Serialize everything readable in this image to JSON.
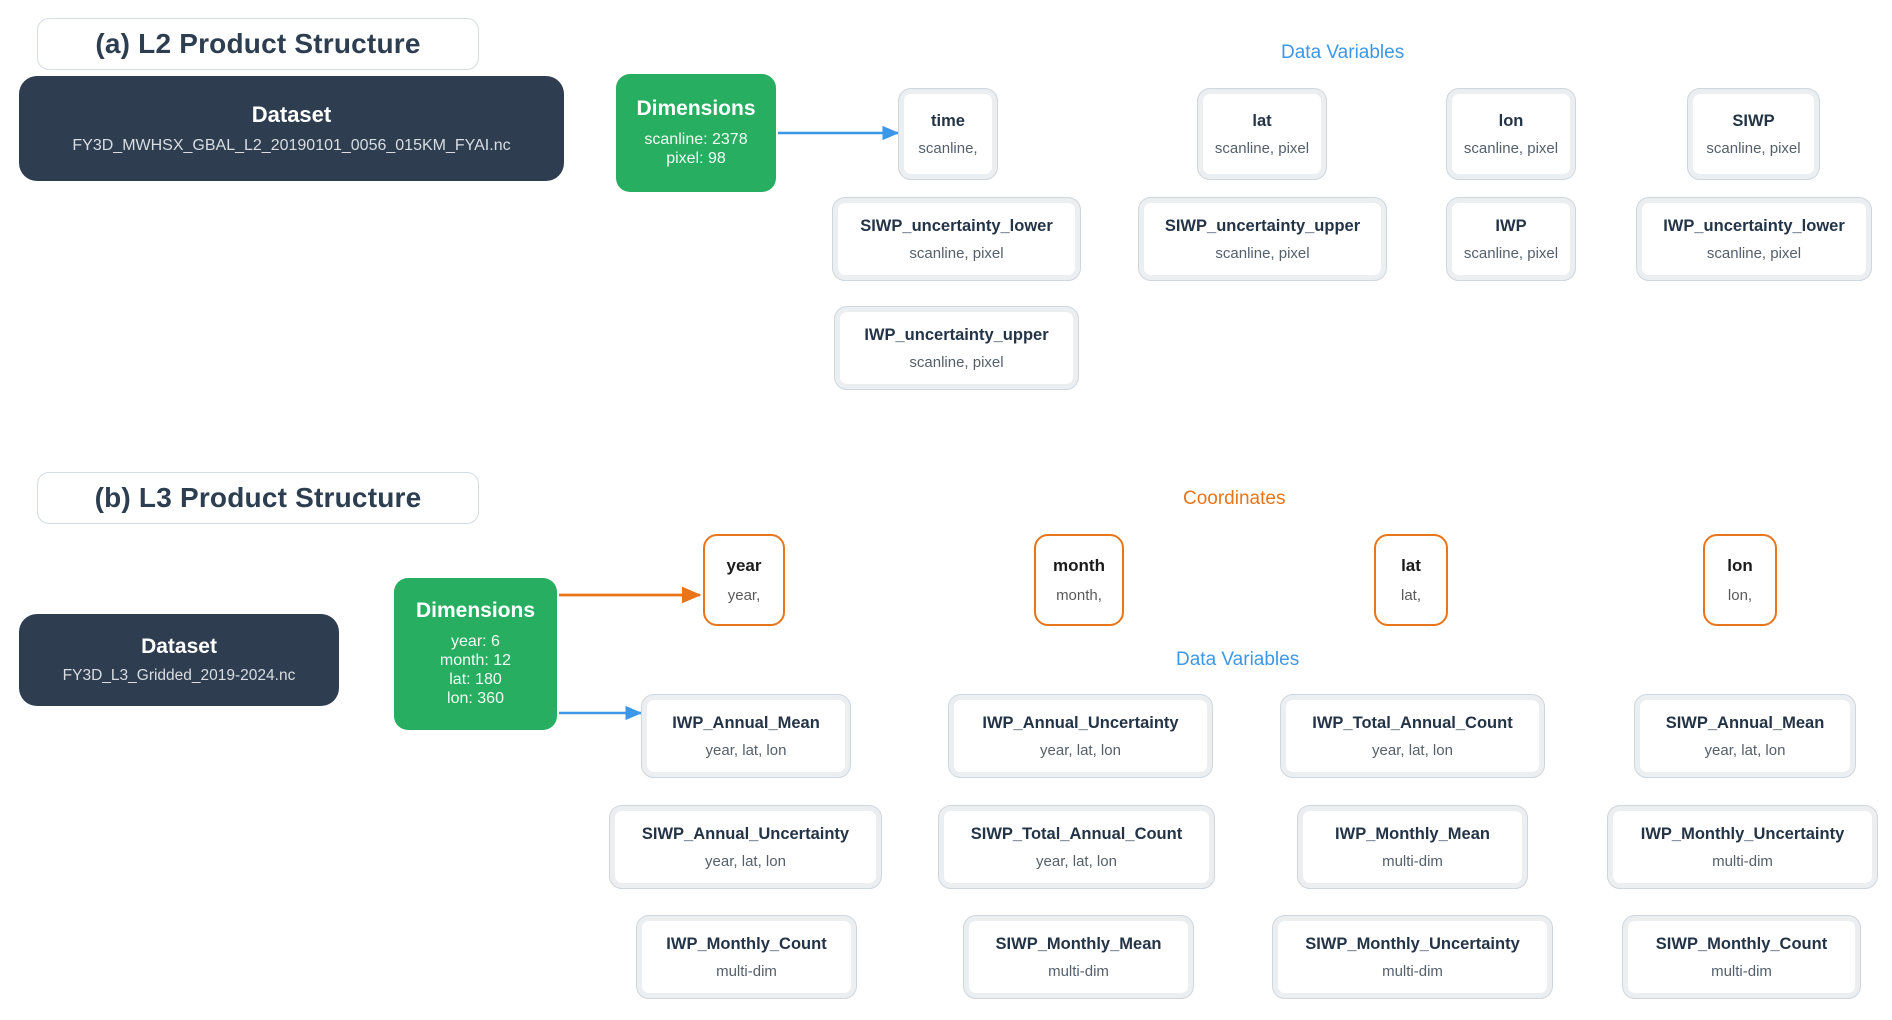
{
  "colors": {
    "dataset_bg": "#2e3e50",
    "dimensions_bg": "#27ae60",
    "data_variables_label": "#3d97e8",
    "coordinates_label": "#e8751a",
    "variable_card_border": "#cfd6dc",
    "coordinate_card_border": "#e8751a",
    "title_text": "#2c3e50"
  },
  "panel_a": {
    "title": "(a) L2 Product Structure",
    "dataset": {
      "title": "Dataset",
      "filename": "FY3D_MWHSX_GBAL_L2_20190101_0056_015KM_FYAI.nc"
    },
    "dimensions": {
      "title": "Dimensions",
      "entries": "scanline: 2378\npixel: 98"
    },
    "group_label": "Data Variables",
    "variables": [
      {
        "name": "time",
        "dims": "scanline,"
      },
      {
        "name": "lat",
        "dims": "scanline, pixel"
      },
      {
        "name": "lon",
        "dims": "scanline, pixel"
      },
      {
        "name": "SIWP",
        "dims": "scanline, pixel"
      },
      {
        "name": "SIWP_uncertainty_lower",
        "dims": "scanline, pixel"
      },
      {
        "name": "SIWP_uncertainty_upper",
        "dims": "scanline, pixel"
      },
      {
        "name": "IWP",
        "dims": "scanline, pixel"
      },
      {
        "name": "IWP_uncertainty_lower",
        "dims": "scanline, pixel"
      },
      {
        "name": "IWP_uncertainty_upper",
        "dims": "scanline, pixel"
      }
    ]
  },
  "panel_b": {
    "title": "(b) L3 Product Structure",
    "dataset": {
      "title": "Dataset",
      "filename": "FY3D_L3_Gridded_2019-2024.nc"
    },
    "dimensions": {
      "title": "Dimensions",
      "entries": "year: 6\nmonth: 12\nlat: 180\nlon: 360"
    },
    "coordinates_label": "Coordinates",
    "coordinates": [
      {
        "name": "year",
        "dims": "year,"
      },
      {
        "name": "month",
        "dims": "month,"
      },
      {
        "name": "lat",
        "dims": "lat,"
      },
      {
        "name": "lon",
        "dims": "lon,"
      }
    ],
    "data_variables_label": "Data Variables",
    "variables": [
      {
        "name": "IWP_Annual_Mean",
        "dims": "year, lat, lon"
      },
      {
        "name": "IWP_Annual_Uncertainty",
        "dims": "year, lat, lon"
      },
      {
        "name": "IWP_Total_Annual_Count",
        "dims": "year, lat, lon"
      },
      {
        "name": "SIWP_Annual_Mean",
        "dims": "year, lat, lon"
      },
      {
        "name": "SIWP_Annual_Uncertainty",
        "dims": "year, lat, lon"
      },
      {
        "name": "SIWP_Total_Annual_Count",
        "dims": "year, lat, lon"
      },
      {
        "name": "IWP_Monthly_Mean",
        "dims": "multi-dim"
      },
      {
        "name": "IWP_Monthly_Uncertainty",
        "dims": "multi-dim"
      },
      {
        "name": "IWP_Monthly_Count",
        "dims": "multi-dim"
      },
      {
        "name": "SIWP_Monthly_Mean",
        "dims": "multi-dim"
      },
      {
        "name": "SIWP_Monthly_Uncertainty",
        "dims": "multi-dim"
      },
      {
        "name": "SIWP_Monthly_Count",
        "dims": "multi-dim"
      }
    ]
  }
}
